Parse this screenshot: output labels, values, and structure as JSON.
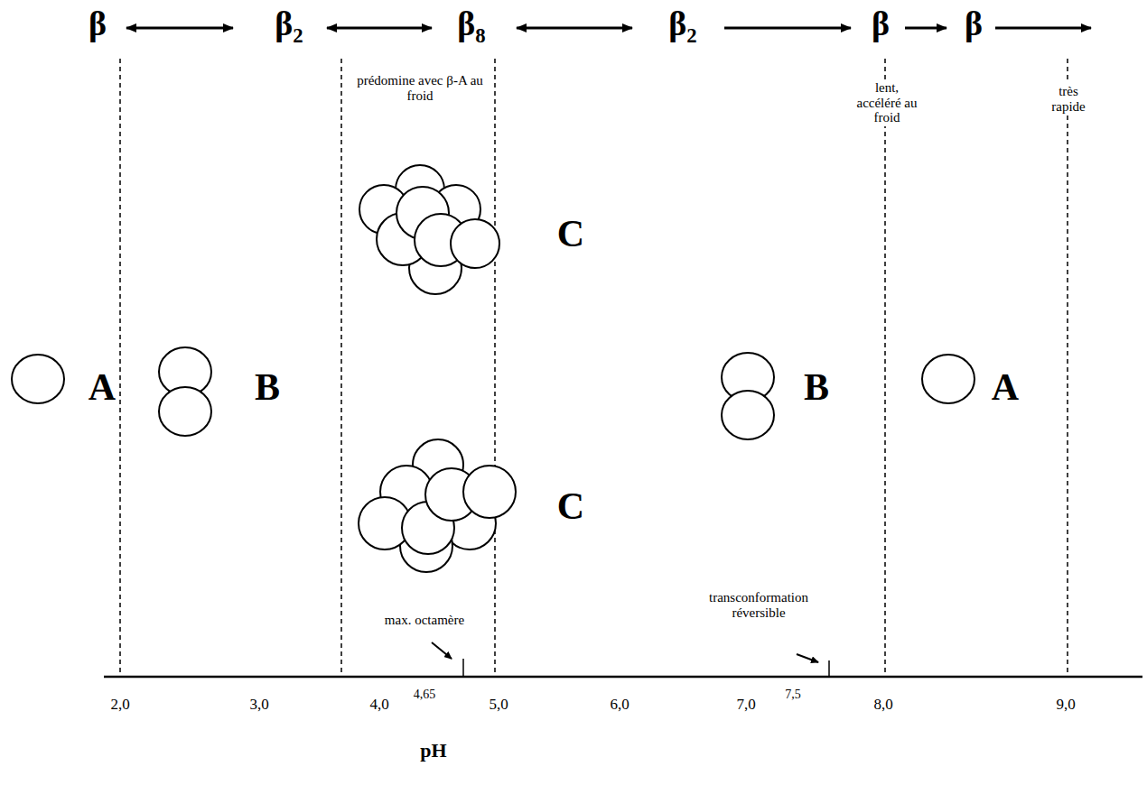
{
  "diagram": {
    "labels": [
      "β",
      "β₂",
      "β₈",
      "β₂",
      "β",
      "β",
      "prédomine avec β-A au froid",
      "lent, accéléré au froid",
      "très rapide",
      "C",
      "A",
      "B",
      "B",
      "A",
      "C",
      "max. octamère",
      "transconformation réversible",
      "2,0",
      "3,0",
      "4,0",
      "4,65",
      "5,0",
      "6,0",
      "7,0",
      "7,5",
      "8,0",
      "9,0",
      "pH"
    ]
  }
}
